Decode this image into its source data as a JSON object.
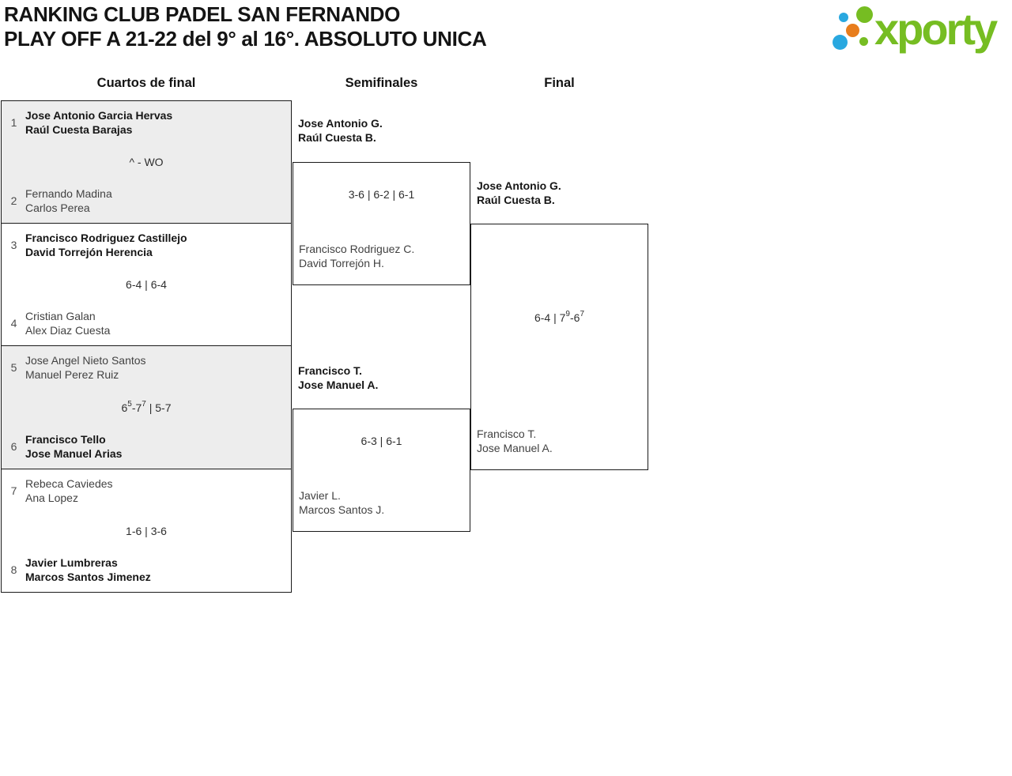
{
  "header": {
    "title_line1": "RANKING CLUB PADEL SAN FERNANDO",
    "title_line2": "PLAY OFF A 21-22 del 9° al 16°. ABSOLUTO UNICA",
    "logo_text": "xporty"
  },
  "colors": {
    "brand_green": "#76bd22",
    "brand_blue": "#29a8e0",
    "brand_orange": "#e87d1c",
    "box_shade": "#ededed",
    "box_border": "#1a1a1a"
  },
  "rounds": [
    {
      "label": "Cuartos de final"
    },
    {
      "label": "Semifinales"
    },
    {
      "label": "Final"
    }
  ],
  "bracket": {
    "quarterfinals": [
      {
        "team1": {
          "seed": "1",
          "players": [
            "Jose Antonio Garcia Hervas",
            "Raúl Cuesta Barajas"
          ],
          "winner": true
        },
        "team2": {
          "seed": "2",
          "players": [
            "Fernando Madina",
            "Carlos Perea"
          ],
          "winner": false
        },
        "score": [
          {
            "text": "^ - WO"
          }
        ]
      },
      {
        "team1": {
          "seed": "3",
          "players": [
            "Francisco Rodriguez Castillejo",
            "David Torrejón Herencia"
          ],
          "winner": true
        },
        "team2": {
          "seed": "4",
          "players": [
            "Cristian Galan",
            "Alex Diaz Cuesta"
          ],
          "winner": false
        },
        "score": [
          {
            "text": "6-4 | 6-4"
          }
        ]
      },
      {
        "team1": {
          "seed": "5",
          "players": [
            "Jose Angel Nieto Santos",
            "Manuel Perez Ruiz"
          ],
          "winner": false
        },
        "team2": {
          "seed": "6",
          "players": [
            "Francisco Tello",
            "Jose Manuel Arias"
          ],
          "winner": true
        },
        "score": [
          {
            "text": "6"
          },
          {
            "sup": "5"
          },
          {
            "text": "-7"
          },
          {
            "sup": "7"
          },
          {
            "text": " | 5-7"
          }
        ]
      },
      {
        "team1": {
          "seed": "7",
          "players": [
            "Rebeca Caviedes",
            "Ana Lopez"
          ],
          "winner": false
        },
        "team2": {
          "seed": "8",
          "players": [
            "Javier Lumbreras",
            "Marcos Santos Jimenez"
          ],
          "winner": true
        },
        "score": [
          {
            "text": "1-6 | 3-6"
          }
        ]
      }
    ],
    "semifinals": [
      {
        "team1": {
          "players": [
            "Jose Antonio G.",
            "Raúl Cuesta B."
          ],
          "winner": true
        },
        "team2": {
          "players": [
            "Francisco Rodriguez C.",
            "David Torrejón H."
          ],
          "winner": false
        },
        "score": [
          {
            "text": "3-6 | 6-2 | 6-1"
          }
        ]
      },
      {
        "team1": {
          "players": [
            "Francisco T.",
            "Jose Manuel A."
          ],
          "winner": true
        },
        "team2": {
          "players": [
            "Javier L.",
            "Marcos Santos J."
          ],
          "winner": false
        },
        "score": [
          {
            "text": "6-3 | 6-1"
          }
        ]
      }
    ],
    "final": {
      "team1": {
        "players": [
          "Jose Antonio G.",
          "Raúl Cuesta B."
        ],
        "winner": true
      },
      "team2": {
        "players": [
          "Francisco T.",
          "Jose Manuel A."
        ],
        "winner": false
      },
      "score": [
        {
          "text": "6-4 | 7"
        },
        {
          "sup": "9"
        },
        {
          "text": "-6"
        },
        {
          "sup": "7"
        }
      ]
    }
  }
}
